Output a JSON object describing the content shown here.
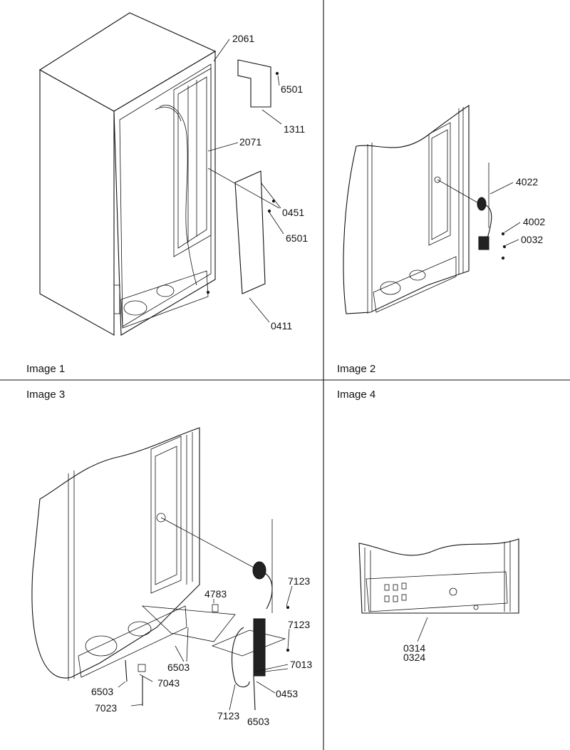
{
  "panels": {
    "image1": {
      "caption": "Image 1",
      "labels": [
        "2061",
        "6501",
        "1311",
        "2071",
        "0451",
        "6501",
        "0411"
      ]
    },
    "image2": {
      "caption": "Image 2",
      "labels": [
        "4022",
        "4002",
        "0032"
      ]
    },
    "image3": {
      "caption": "Image 3",
      "labels": [
        "7123",
        "4783",
        "7123",
        "7013",
        "6503",
        "6503",
        "7043",
        "7023",
        "0453",
        "7123",
        "6503"
      ]
    },
    "image4": {
      "caption": "Image 4",
      "labels": [
        "0314",
        "0324"
      ]
    }
  },
  "colors": {
    "ink": "#111111",
    "paper": "#ffffff"
  }
}
